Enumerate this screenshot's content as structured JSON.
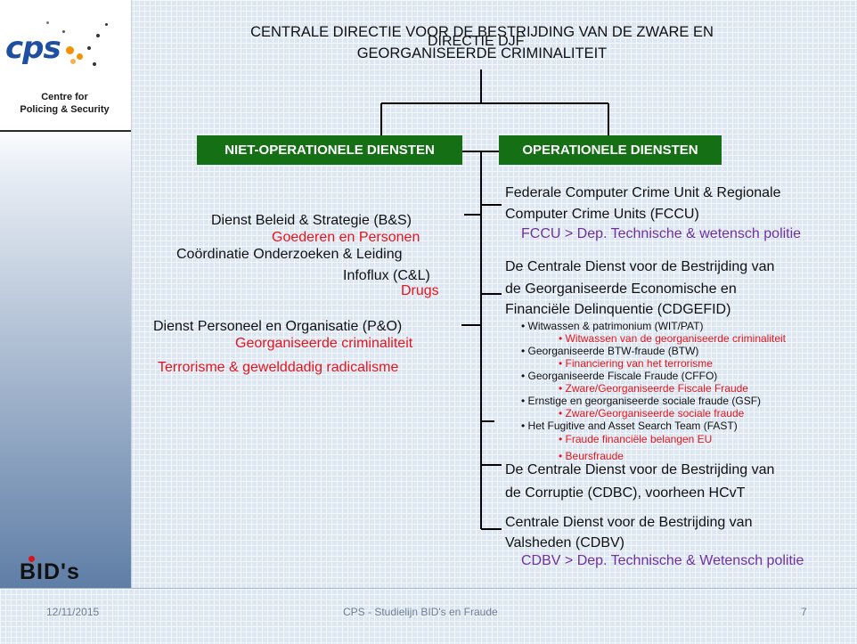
{
  "logo": {
    "name": "cps",
    "subtitle_line1": "Centre for",
    "subtitle_line2": "Policing & Security"
  },
  "brand": "BID's",
  "title": {
    "line1": "CENTRALE DIRECTIE VOOR DE BESTRIJDING VAN DE ZWARE EN",
    "line2": "GEORGANISEERDE CRIMINALITEIT",
    "overlap": "DIRECTIE DJF"
  },
  "boxes": {
    "left": "NIET-OPERATIONELE DIENSTEN",
    "right": "OPERATIONELE DIENSTEN"
  },
  "left": {
    "b1": "Dienst Beleid & Strategie (B&S)",
    "r1": "Goederen en Personen",
    "b2": "Coördinatie Onderzoeken & Leiding",
    "b3": "Infoflux (C&L)",
    "r2": "Drugs",
    "b4": "Dienst Personeel en Organisatie (P&O)",
    "r3": "Georganiseerde criminaliteit",
    "r4": "Terrorisme & gewelddadig radicalisme"
  },
  "right": {
    "fccu_line1": "Federale Computer Crime Unit & Regionale",
    "fccu_line2": "Computer Crime Units (FCCU)",
    "fccu_note": "FCCU > Dep. Technische & wetensch politie",
    "cdgefid_line1": "De Centrale Dienst voor de Bestrijding van",
    "cdgefid_line2": "de Georganiseerde Economische en",
    "cdgefid_line3": "Financiële Delinquentie  (CDGEFID)",
    "items": [
      {
        "label": "Witwassen & patrimonium (WIT/PAT)",
        "sub": "Witwassen van de georganiseerde criminaliteit"
      },
      {
        "label": "Georganiseerde BTW-fraude (BTW)",
        "sub": "Financiering van het terrorisme"
      },
      {
        "label": "Georganiseerde Fiscale Fraude (CFFO)",
        "sub": "Zware/Georganiseerde Fiscale Fraude"
      },
      {
        "label": "Ernstige en georganiseerde sociale fraude (GSF)",
        "sub": "Zware/Georganiseerde sociale fraude"
      },
      {
        "label": "Het Fugitive and Asset Search Team (FAST)",
        "sub": "Fraude financiële belangen EU"
      }
    ],
    "extra_sub": "Beursfraude",
    "cdbc_line1": "De Centrale Dienst voor de Bestrijding van",
    "cdbc_line2": "de Corruptie (CDBC), voorheen HCvT",
    "cdbv_line1": "Centrale Dienst voor de Bestrijding van",
    "cdbv_line2": "Valsheden (CDBV)",
    "cdbv_note": "CDBV > Dep. Technische & Wetensch politie"
  },
  "footer": {
    "date": "12/11/2015",
    "center": "CPS - Studielijn BID's en Fraude",
    "page": "7"
  },
  "colors": {
    "box": "#157015",
    "red": "#e8141a",
    "purple": "#7031a0",
    "logo_blue": "#1e4fa0"
  }
}
